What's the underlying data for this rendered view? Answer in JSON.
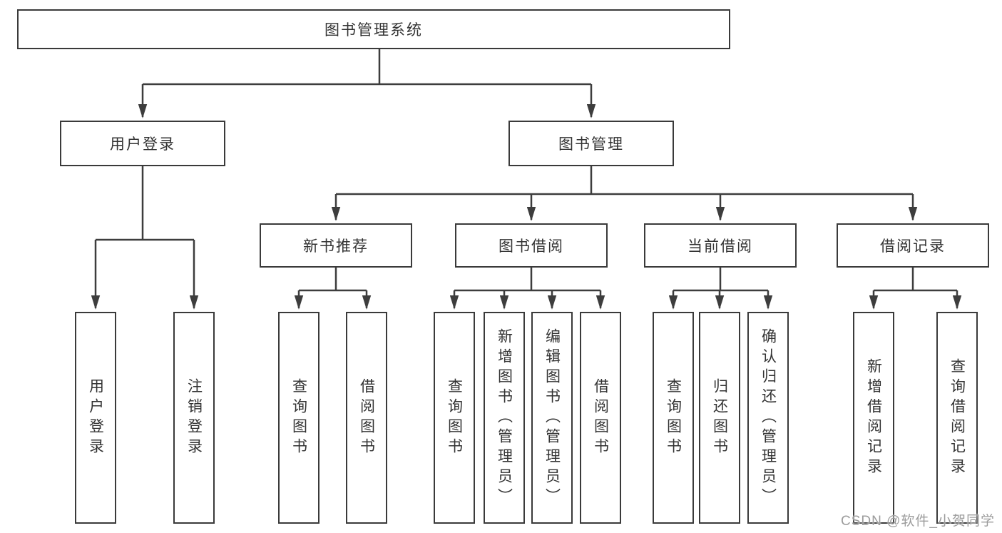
{
  "diagram": {
    "root": "图书管理系统",
    "branches": [
      {
        "label": "用户登录",
        "leaves": [
          "用户登录",
          "注销登录"
        ]
      },
      {
        "label": "图书管理",
        "children": [
          {
            "label": "新书推荐",
            "leaves": [
              "查询图书",
              "借阅图书"
            ]
          },
          {
            "label": "图书借阅",
            "leaves": [
              "查询图书",
              "新增图书（管理员）",
              "编辑图书（管理员）",
              "借阅图书"
            ]
          },
          {
            "label": "当前借阅",
            "leaves": [
              "查询图书",
              "归还图书",
              "确认归还（管理员）"
            ]
          },
          {
            "label": "借阅记录",
            "leaves": [
              "新增借阅记录",
              "查询借阅记录"
            ]
          }
        ]
      }
    ]
  },
  "watermark": "CSDN @软件_小贺同学",
  "colors": {
    "line": "#3d3d3d",
    "box_border": "#3a3a3a",
    "text": "#333333",
    "box_background": "#ffffff",
    "page_background": "#ffffff",
    "watermark_text": "#9c9c9c"
  }
}
